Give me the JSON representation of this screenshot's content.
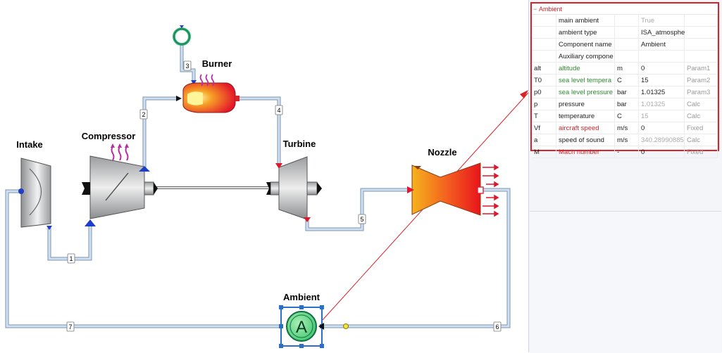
{
  "diagram": {
    "components": {
      "intake": "Intake",
      "compressor": "Compressor",
      "burner": "Burner",
      "turbine": "Turbine",
      "nozzle": "Nozzle",
      "ambient": "Ambient"
    },
    "ambient_symbol": "A",
    "connections": [
      "1",
      "2",
      "3",
      "4",
      "5",
      "6",
      "7"
    ]
  },
  "properties": {
    "group": "Ambient",
    "rows": [
      {
        "sym": "",
        "name": "main ambient",
        "unit": "",
        "value": "True",
        "src": "",
        "style": "",
        "vstyle": "gray"
      },
      {
        "sym": "",
        "name": "ambient type",
        "unit": "",
        "value": "ISA_atmosphe",
        "src": "",
        "style": "",
        "vstyle": ""
      },
      {
        "sym": "",
        "name": "Component name",
        "unit": "",
        "value": "Ambient",
        "src": "",
        "style": "",
        "vstyle": ""
      },
      {
        "sym": "",
        "name": "Auxiliary compone",
        "unit": "",
        "value": "",
        "src": "",
        "style": "",
        "vstyle": ""
      },
      {
        "sym": "alt",
        "name": "altitude",
        "unit": "m",
        "value": "0",
        "src": "Param1",
        "style": "green",
        "vstyle": ""
      },
      {
        "sym": "T0",
        "name": "sea level tempera",
        "unit": "C",
        "value": "15",
        "src": "Param2",
        "style": "green",
        "vstyle": ""
      },
      {
        "sym": "p0",
        "name": "sea level pressure",
        "unit": "bar",
        "value": "1.01325",
        "src": "Param3",
        "style": "green",
        "vstyle": ""
      },
      {
        "sym": "p",
        "name": "pressure",
        "unit": "bar",
        "value": "1.01325",
        "src": "Calc",
        "style": "",
        "vstyle": "gray"
      },
      {
        "sym": "T",
        "name": "temperature",
        "unit": "C",
        "value": "15",
        "src": "Calc",
        "style": "",
        "vstyle": "gray"
      },
      {
        "sym": "Vf",
        "name": "aircraft speed",
        "unit": "m/s",
        "value": "0",
        "src": "Fixed",
        "style": "red",
        "vstyle": ""
      },
      {
        "sym": "a",
        "name": "speed of sound",
        "unit": "m/s",
        "value": "340.28990885",
        "src": "Calc",
        "style": "",
        "vstyle": "gray"
      },
      {
        "sym": "M",
        "name": "Mach number",
        "unit": "-",
        "value": "0",
        "src": "Fixed",
        "style": "red",
        "vstyle": ""
      }
    ]
  },
  "colors": {
    "highlight": "#d9232a",
    "pipe": "#b9cde4",
    "selection": "#2a6fc9"
  }
}
